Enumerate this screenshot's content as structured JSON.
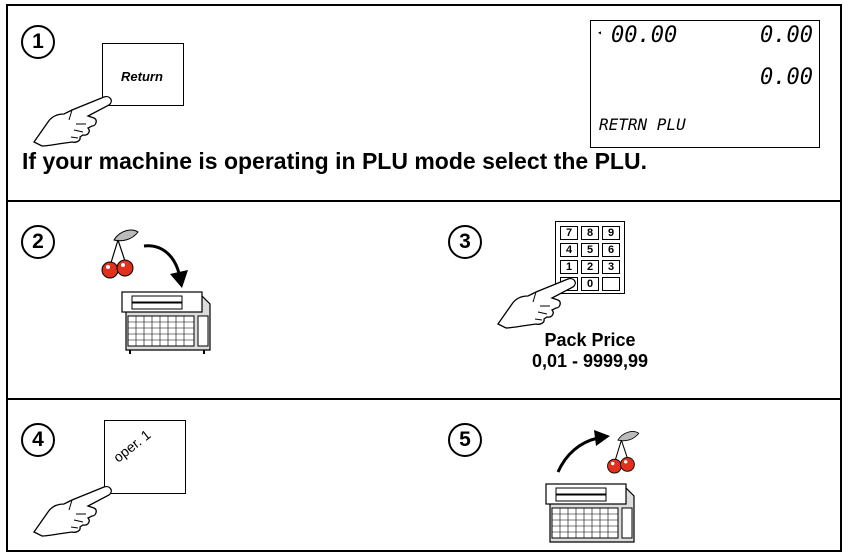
{
  "steps": {
    "s1": "1",
    "s2": "2",
    "s3": "3",
    "s4": "4",
    "s5": "5"
  },
  "step1": {
    "key_label": "Return",
    "display": {
      "row1_left": "00.00",
      "row1_right": "0.00",
      "row2_right": "0.00",
      "row3_left": "RETRN PLU"
    },
    "instruction": "If your machine is operating in PLU mode select the PLU."
  },
  "step3": {
    "keypad": [
      "7",
      "8",
      "9",
      "4",
      "5",
      "6",
      "1",
      "2",
      "3",
      "",
      "0",
      ""
    ],
    "caption_line1": "Pack Price",
    "caption_line2": "0,01 - 9999,99"
  },
  "step4": {
    "key_label": "oper. 1"
  },
  "icons": {
    "hand": "pointing-hand-icon",
    "cherry": "cherry-icon",
    "scale": "weighing-scale-icon",
    "arrow": "curved-arrow-icon"
  }
}
